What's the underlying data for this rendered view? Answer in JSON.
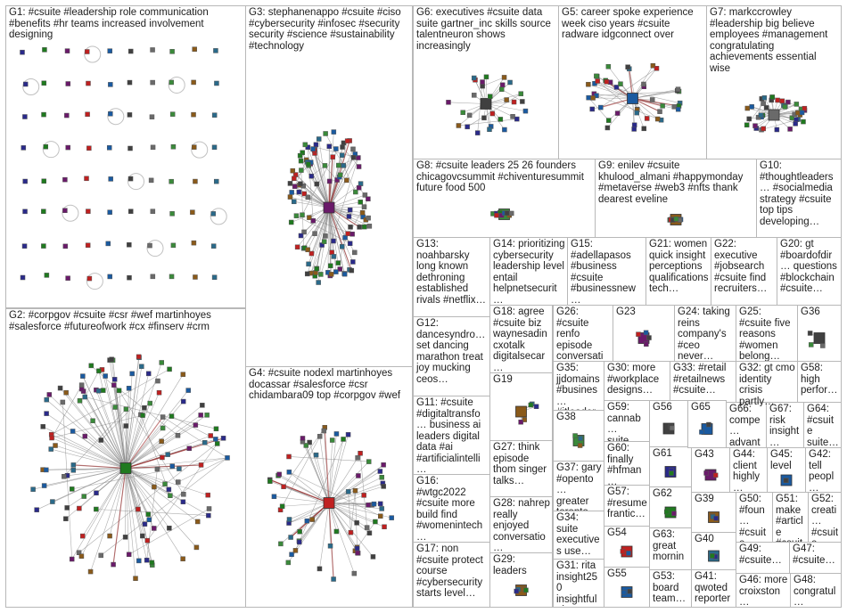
{
  "groups": [
    {
      "id": "G1",
      "label": "G1: #csuite #leadership role communication #benefits #hr teams increased involvement designing",
      "nodes": 80,
      "style": "grid"
    },
    {
      "id": "G2",
      "label": "G2: #corpgov #csuite #csr #wef martinhoyes #salesforce #futureofwork #cx #finserv #crm",
      "nodes": 130,
      "style": "hub"
    },
    {
      "id": "G3",
      "label": "G3: stephanenappo #csuite #ciso #cybersecurity #infosec #security security #science #sustainability #technology",
      "nodes": 120,
      "style": "hub"
    },
    {
      "id": "G4",
      "label": "G4: #csuite nodexl martinhoyes docassar #salesforce #csr chidambara09 top #corpgov #wef",
      "nodes": 70,
      "style": "hub"
    },
    {
      "id": "G5",
      "label": "G5: career spoke experience week ciso years #csuite radware idgconnect over",
      "nodes": 45,
      "style": "hub"
    },
    {
      "id": "G6",
      "label": "G6: executives #csuite data suite gartner_inc skills source talentneuron shows increasingly",
      "nodes": 30,
      "style": "hub"
    },
    {
      "id": "G7",
      "label": "G7: markccrowley #leadership big believe employees #management congratulating achievements essential wise",
      "nodes": 40,
      "style": "hub"
    },
    {
      "id": "G8",
      "label": "G8: #csuite leaders 25 26 founders chicagovcsummit #chiventuresummit future food 500",
      "nodes": 10,
      "style": "hub"
    },
    {
      "id": "G9",
      "label": "G9: enilev #csuite khulood_almani #happymonday #metaverse #web3 #nfts thank dearest eveline",
      "nodes": 10,
      "style": "hub"
    },
    {
      "id": "G10",
      "label": "G10: #thoughtleaders… #socialmedia strategy #csuite top tips developing…",
      "nodes": 6,
      "style": "hub"
    },
    {
      "id": "G11",
      "label": "G11: #csuite #digitaltransfo… business ai leaders digital data #ai #artificialintelli…",
      "nodes": 6,
      "style": "hub"
    },
    {
      "id": "G12",
      "label": "G12: dancesyndro… set dancing marathon treat joy mucking ceos…",
      "nodes": 6,
      "style": "hub"
    },
    {
      "id": "G13",
      "label": "G13: noahbarsky long known dethroning established rivals #netflix…",
      "nodes": 6,
      "style": "hub"
    },
    {
      "id": "G14",
      "label": "G14: prioritizing cybersecurity leadership level entail helpnetsecurit…",
      "nodes": 6,
      "style": "hub"
    },
    {
      "id": "G15",
      "label": "G15: #adellapasos #business #csuite #businessnew…",
      "nodes": 5,
      "style": "hub"
    },
    {
      "id": "G16",
      "label": "G16: #wtgc2022 #csuite more build find #womenintech…",
      "nodes": 5,
      "style": "hub"
    },
    {
      "id": "G17",
      "label": "G17: non #csuite protect course #cybersecurity starts level…",
      "nodes": 5,
      "style": "hub"
    },
    {
      "id": "G18",
      "label": "G18: agree #csuite biz waynesadin cxotalk digitalsecar…",
      "nodes": 5,
      "style": "hub"
    },
    {
      "id": "G19",
      "label": "G19",
      "nodes": 5,
      "style": "hub"
    },
    {
      "id": "G20",
      "label": "G20: gt #boardofdir… questions #blockchain #csuite…",
      "nodes": 4,
      "style": "hub"
    },
    {
      "id": "G21",
      "label": "G21: women quick insight perceptions qualifications tech…",
      "nodes": 4,
      "style": "hub"
    },
    {
      "id": "G22",
      "label": "G22: executive #jobsearch #csuite find recruiters…",
      "nodes": 4,
      "style": "hub"
    },
    {
      "id": "G23",
      "label": "G23",
      "nodes": 4,
      "style": "hub"
    },
    {
      "id": "G24",
      "label": "G24: taking reins company's #ceo never…",
      "nodes": 4,
      "style": "hub"
    },
    {
      "id": "G25",
      "label": "G25: #csuite five reasons #women belong…",
      "nodes": 4,
      "style": "hub"
    },
    {
      "id": "G26",
      "label": "G26: #csuite renfo episode conversati…",
      "nodes": 4,
      "style": "hub"
    },
    {
      "id": "G27",
      "label": "G27: think episode thom singer talks…",
      "nodes": 4,
      "style": "hub"
    },
    {
      "id": "G28",
      "label": "G28: nahrep really enjoyed conversatio…",
      "nodes": 4,
      "style": "hub"
    },
    {
      "id": "G29",
      "label": "G29: leaders",
      "nodes": 4,
      "style": "hub"
    },
    {
      "id": "G30",
      "label": "G30: more #workplace designs…",
      "nodes": 3,
      "style": "hub"
    },
    {
      "id": "G31",
      "label": "G31: rita insight250 insightful piece…",
      "nodes": 3,
      "style": "hub"
    },
    {
      "id": "G32",
      "label": "G32: gt cmo identity crisis partly…",
      "nodes": 3,
      "style": "hub"
    },
    {
      "id": "G33",
      "label": "G33: #retail #retailnews #csuite…",
      "nodes": 3,
      "style": "hub"
    },
    {
      "id": "G34",
      "label": "G34: suite executives use…",
      "nodes": 3,
      "style": "hub"
    },
    {
      "id": "G35",
      "label": "G35: jjdomains #busines… #itleader…",
      "nodes": 3,
      "style": "hub"
    },
    {
      "id": "G36",
      "label": "G36",
      "nodes": 3,
      "style": "hub"
    },
    {
      "id": "G37",
      "label": "G37: gary #opento… greater toronto…",
      "nodes": 3,
      "style": "hub"
    },
    {
      "id": "G38",
      "label": "G38",
      "nodes": 3,
      "style": "hub"
    },
    {
      "id": "G39",
      "label": "G39",
      "nodes": 3,
      "style": "hub"
    },
    {
      "id": "G40",
      "label": "G40",
      "nodes": 3,
      "style": "hub"
    },
    {
      "id": "G41",
      "label": "G41: qwoted reporter…",
      "nodes": 3,
      "style": "hub"
    },
    {
      "id": "G42",
      "label": "G42: tell peopl…",
      "nodes": 2,
      "style": "hub"
    },
    {
      "id": "G43",
      "label": "G43",
      "nodes": 2,
      "style": "hub"
    },
    {
      "id": "G44",
      "label": "G44: client highly…",
      "nodes": 2,
      "style": "hub"
    },
    {
      "id": "G45",
      "label": "G45: level",
      "nodes": 2,
      "style": "hub"
    },
    {
      "id": "G46",
      "label": "G46: more croixston…",
      "nodes": 2,
      "style": "hub"
    },
    {
      "id": "G47",
      "label": "G47: #csuite…",
      "nodes": 2,
      "style": "hub"
    },
    {
      "id": "G48",
      "label": "G48: congratul…",
      "nodes": 2,
      "style": "hub"
    },
    {
      "id": "G49",
      "label": "G49: #csuite…",
      "nodes": 2,
      "style": "hub"
    },
    {
      "id": "G50",
      "label": "G50: #foun… #csuite play…",
      "nodes": 2,
      "style": "hub"
    },
    {
      "id": "G51",
      "label": "G51: make #article #csuite…",
      "nodes": 2,
      "style": "hub"
    },
    {
      "id": "G52",
      "label": "G52: creati… #csuite #busi…",
      "nodes": 2,
      "style": "hub"
    },
    {
      "id": "G53",
      "label": "G53: board team…",
      "nodes": 2,
      "style": "hub"
    },
    {
      "id": "G54",
      "label": "G54",
      "nodes": 2,
      "style": "hub"
    },
    {
      "id": "G55",
      "label": "G55",
      "nodes": 2,
      "style": "hub"
    },
    {
      "id": "G56",
      "label": "G56",
      "nodes": 2,
      "style": "hub"
    },
    {
      "id": "G57",
      "label": "G57: #resume frantic…",
      "nodes": 2,
      "style": "hub"
    },
    {
      "id": "G58",
      "label": "G58: high perfor…",
      "nodes": 2,
      "style": "hub"
    },
    {
      "id": "G59",
      "label": "G59: cannab… suite…",
      "nodes": 2,
      "style": "hub"
    },
    {
      "id": "G60",
      "label": "G60: finally #hfman…",
      "nodes": 2,
      "style": "hub"
    },
    {
      "id": "G61",
      "label": "G61",
      "nodes": 2,
      "style": "hub"
    },
    {
      "id": "G62",
      "label": "G62",
      "nodes": 2,
      "style": "hub"
    },
    {
      "id": "G63",
      "label": "G63: great mornin…",
      "nodes": 2,
      "style": "hub"
    },
    {
      "id": "G64",
      "label": "G64: #csuite suite…",
      "nodes": 2,
      "style": "hub"
    },
    {
      "id": "G65",
      "label": "G65",
      "nodes": 2,
      "style": "hub"
    },
    {
      "id": "G66",
      "label": "G66: compe… advant…",
      "nodes": 2,
      "style": "hub"
    },
    {
      "id": "G67",
      "label": "G67: risk insight…",
      "nodes": 2,
      "style": "hub"
    }
  ],
  "colors": {
    "border": "#b8b8b8",
    "edge": "#8a8a8a",
    "edge_strong": "#a03030",
    "highlight": "#e02020",
    "text": "#202020"
  },
  "node_colors": [
    "#2a2a8a",
    "#1f7a1f",
    "#6a1a6a",
    "#c02020",
    "#1a5aa0",
    "#404040",
    "#6a6a6a",
    "#3a8a3a",
    "#8a5a1a",
    "#2a6a8a"
  ]
}
